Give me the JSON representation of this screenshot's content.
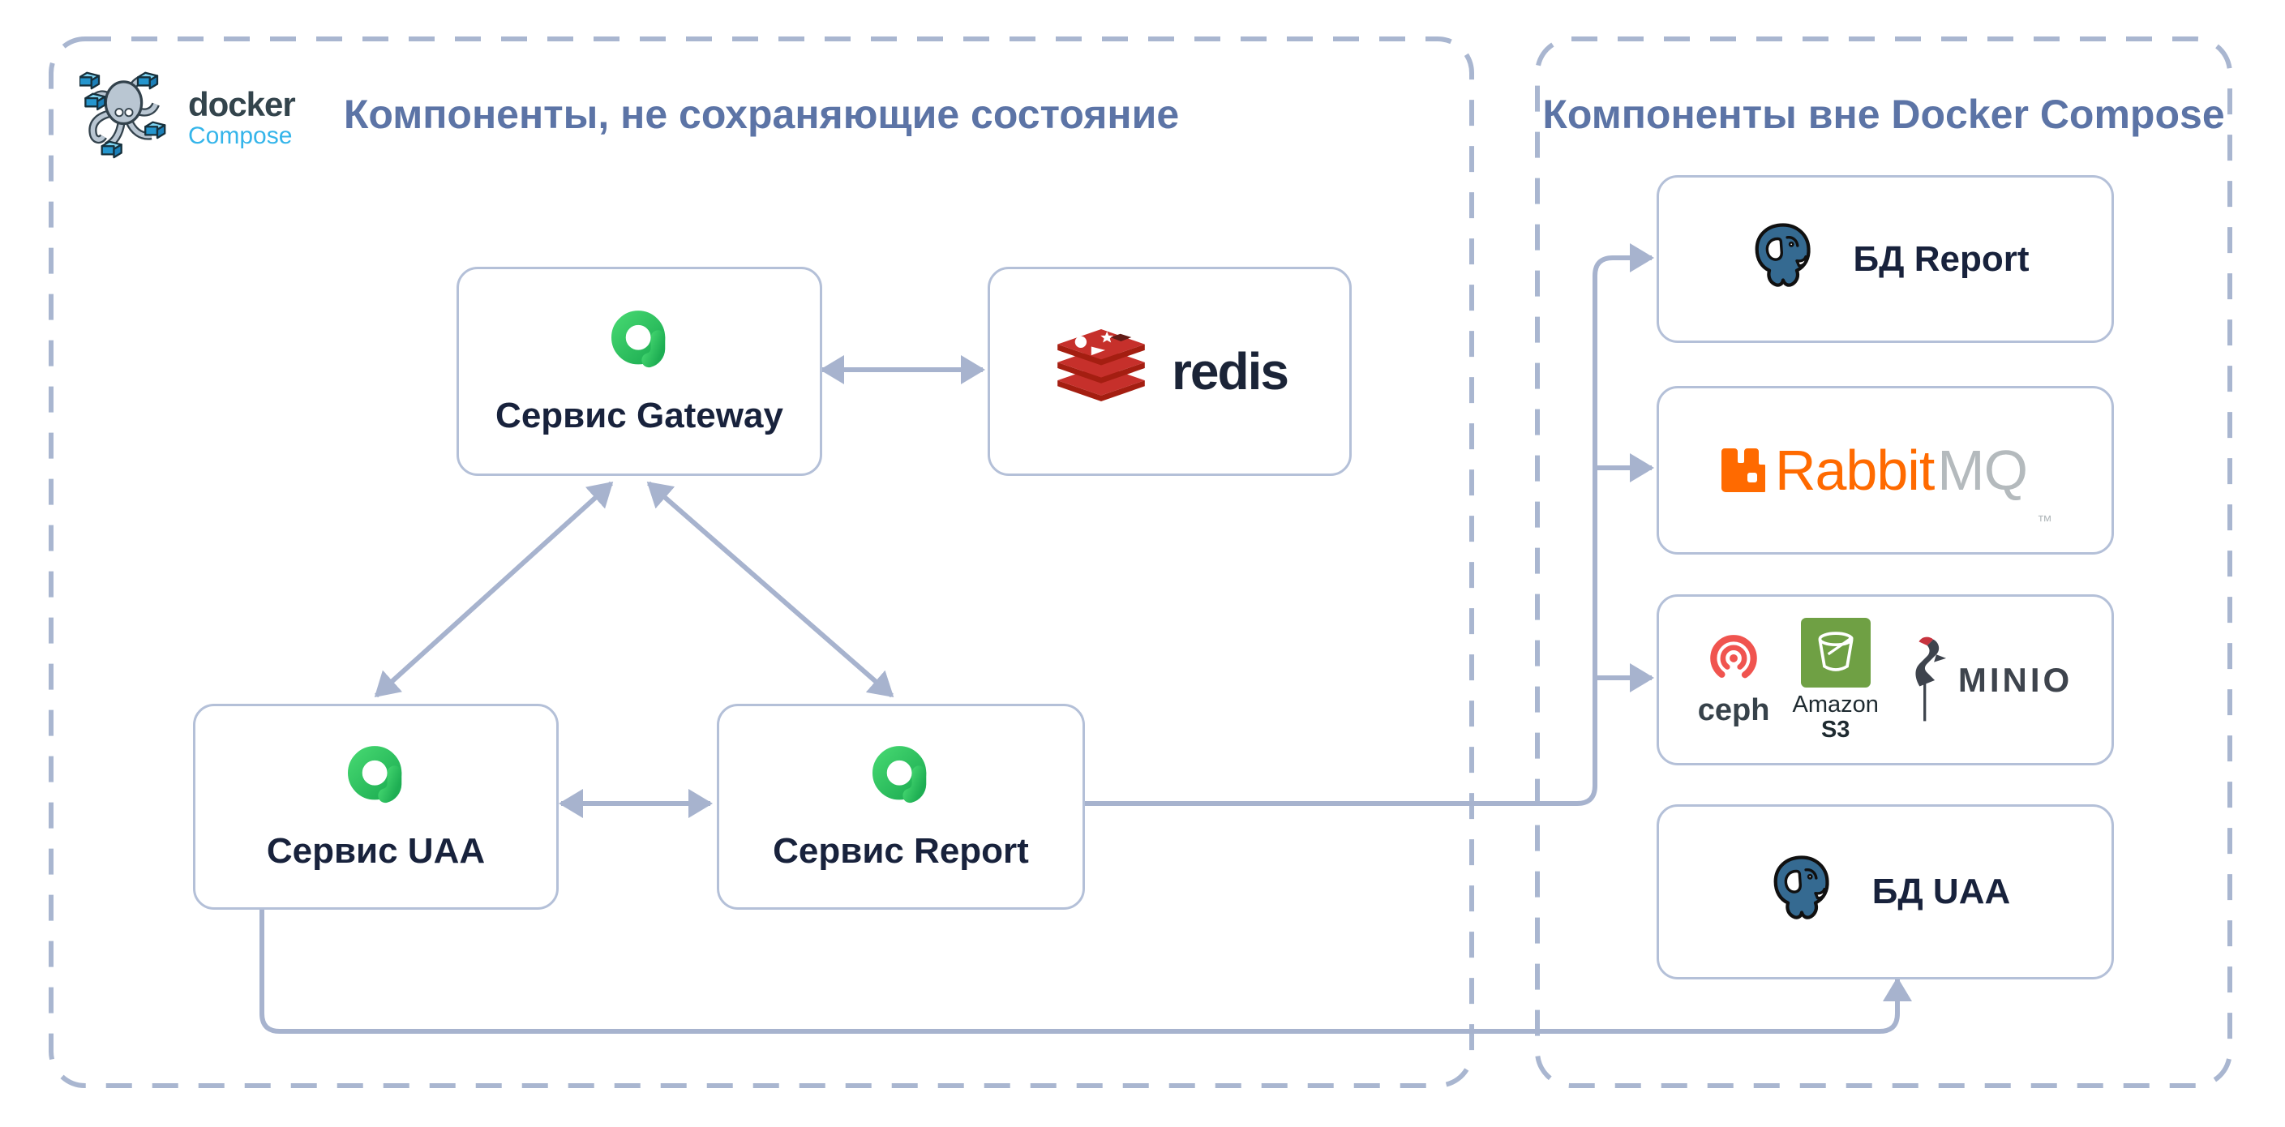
{
  "colors": {
    "connector": "#A7B3CE",
    "box_border": "#B4C0D8",
    "title": "#5C74A6",
    "label": "#18223C",
    "redis_red": "#C6302B",
    "rabbit_orange": "#FF6A00",
    "compose_blue": "#35B5EA",
    "postgres_blue": "#356A91",
    "s3_green": "#6FA044",
    "ceph_red": "#F0544F"
  },
  "docker_logo": {
    "name": "docker",
    "product": "Compose"
  },
  "panels": {
    "left": {
      "title": "Компоненты, не сохраняющие состояние"
    },
    "right": {
      "title": "Компоненты вне Docker Compose"
    }
  },
  "nodes": {
    "gateway": {
      "label": "Сервис Gateway"
    },
    "redis": {
      "wordmark": "redis"
    },
    "uaa": {
      "label": "Сервис UAA"
    },
    "report": {
      "label": "Сервис Report"
    },
    "db_report": {
      "label": "БД Report"
    },
    "rabbitmq": {
      "word_rabbit": "Rabbit",
      "word_mq": "MQ",
      "trademark": "™"
    },
    "storage": {
      "ceph": "ceph",
      "s3_brand": "Amazon",
      "s3_name": "S3",
      "minio": "MINIO"
    },
    "db_uaa": {
      "label": "БД UAA"
    }
  }
}
